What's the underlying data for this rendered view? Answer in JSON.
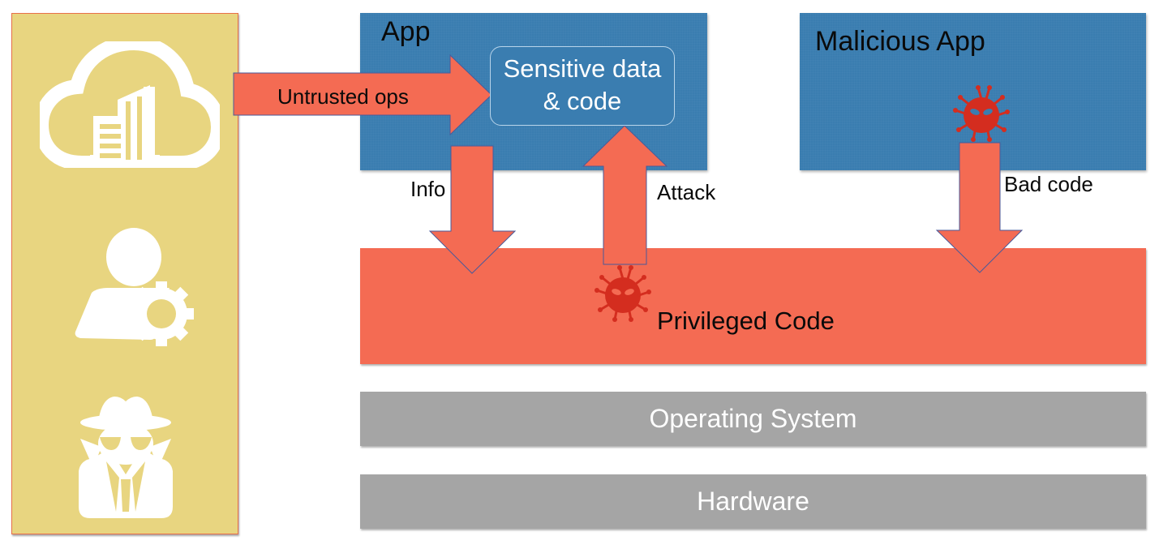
{
  "actors": {
    "items": [
      {
        "name": "cloud-provider",
        "icon": "cloud-building-icon"
      },
      {
        "name": "administrator",
        "icon": "user-gear-icon"
      },
      {
        "name": "attacker",
        "icon": "spy-icon"
      }
    ]
  },
  "app": {
    "title": "App",
    "sensitive_line1": "Sensitive data",
    "sensitive_line2": "& code"
  },
  "malicious_app": {
    "title": "Malicious App",
    "icon": "virus-icon"
  },
  "arrows": {
    "untrusted": "Untrusted ops",
    "info": "Info",
    "attack": "Attack",
    "bad_code": "Bad code"
  },
  "layers": {
    "privileged": "Privileged Code",
    "os": "Operating System",
    "hardware": "Hardware"
  },
  "colors": {
    "actor_panel": "#e8d580",
    "app_blue": "#3a7db0",
    "arrow_red": "#f46b53",
    "virus_red": "#d42d1f",
    "layer_gray": "#a5a5a5"
  }
}
